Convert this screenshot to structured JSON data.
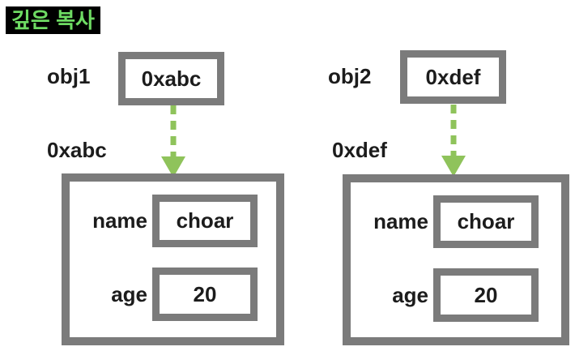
{
  "title": "깊은 복사",
  "colors": {
    "title_text_green": "#6edb63",
    "title_background": "#000000",
    "box_border_gray": "#7b7b7b",
    "arrow_green": "#8fc35b",
    "text_black": "#1c1c1c",
    "page_background": "#ffffff"
  },
  "objects": [
    {
      "var_name": "obj1",
      "pointer_value": "0xabc",
      "heap_address": "0xabc",
      "fields": [
        {
          "label": "name",
          "value": "choar"
        },
        {
          "label": "age",
          "value": "20"
        }
      ]
    },
    {
      "var_name": "obj2",
      "pointer_value": "0xdef",
      "heap_address": "0xdef",
      "fields": [
        {
          "label": "name",
          "value": "choar"
        },
        {
          "label": "age",
          "value": "20"
        }
      ]
    }
  ]
}
